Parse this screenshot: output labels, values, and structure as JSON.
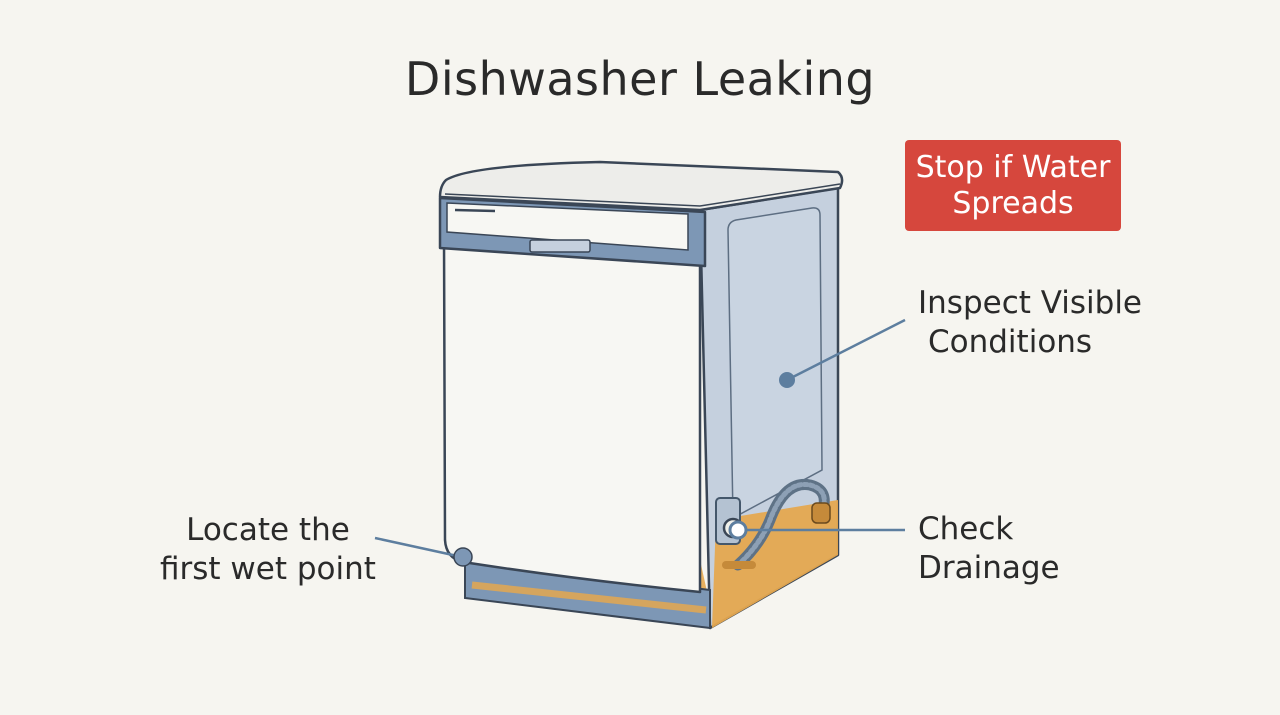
{
  "title": "Dishwasher Leaking",
  "warning": {
    "text": "Stop if Water Spreads",
    "color": "#d6473d"
  },
  "callouts": {
    "inspect": {
      "line1": "Inspect Visible",
      "line2": "Conditions"
    },
    "drainage": {
      "line1": "Check",
      "line2": "Drainage"
    },
    "locate": {
      "line1": "Locate the",
      "line2": "first wet point"
    }
  },
  "colors": {
    "background": "#f6f5f0",
    "appliance_side": "#c5d0de",
    "appliance_front": "#f7f7f3",
    "trim_blue": "#7d97b5",
    "water": "#e5a84f",
    "callout_line": "#5d7e9f"
  }
}
